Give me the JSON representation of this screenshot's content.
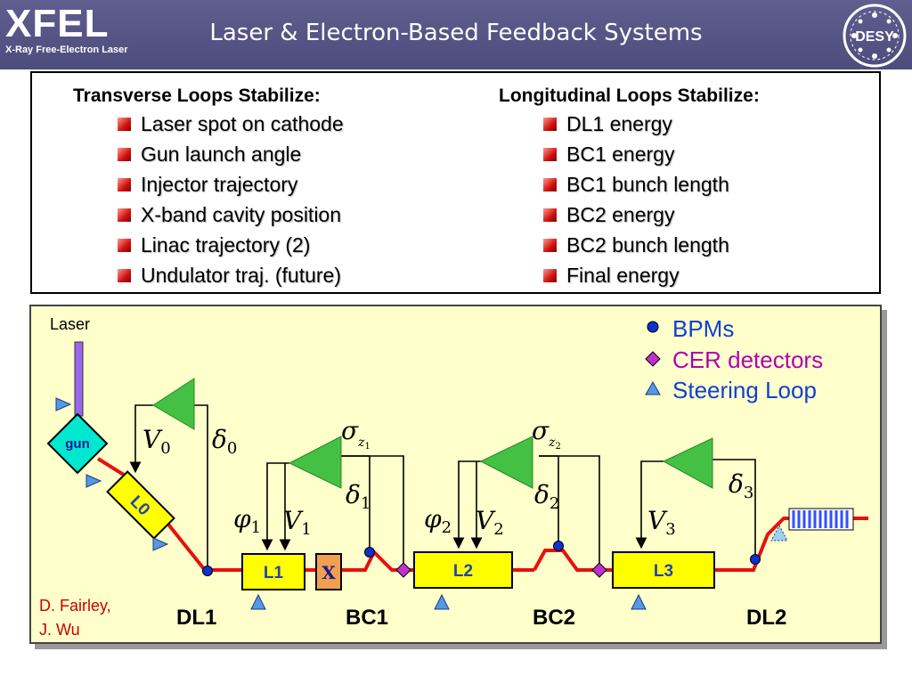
{
  "header": {
    "logo_main": "XFEL",
    "logo_sub": "X-Ray Free-Electron Laser",
    "title": "Laser & Electron-Based Feedback Systems",
    "right_logo_text": "DESY"
  },
  "transverse": {
    "heading": "Transverse Loops Stabilize:",
    "items": [
      "Laser spot on cathode",
      "Gun launch angle",
      "Injector trajectory",
      "X-band cavity position",
      "Linac trajectory (2)",
      "Undulator traj. (future)"
    ]
  },
  "longitudinal": {
    "heading": "Longitudinal Loops Stabilize:",
    "items": [
      "DL1 energy",
      "BC1 energy",
      "BC1 bunch length",
      "BC2 energy",
      "BC2 bunch length",
      "Final energy"
    ]
  },
  "diagram": {
    "laser_label": "Laser",
    "gun_label": "gun",
    "l0_label": "L0",
    "l1_label": "L1",
    "x_label": "X",
    "l2_label": "L2",
    "l3_label": "L3",
    "dl1_label": "DL1",
    "bc1_label": "BC1",
    "bc2_label": "BC2",
    "dl2_label": "DL2",
    "credit_line1": "D. Fairley,",
    "credit_line2": "J. Wu",
    "legend": {
      "bpms": "BPMs",
      "cer": "CER detectors",
      "steering": "Steering Loop"
    },
    "symbols": {
      "v0_sym": "V",
      "v0_sub": "0",
      "d0_sym": "δ",
      "d0_sub": "0",
      "sz1_sym": "σ",
      "sz1_sub1": "z",
      "sz1_sub2": "1",
      "d1_sym": "δ",
      "d1_sub": "1",
      "phi1_sym": "φ",
      "phi1_sub": "1",
      "v1_sym": "V",
      "v1_sub": "1",
      "sz2_sym": "σ",
      "sz2_sub1": "z",
      "sz2_sub2": "2",
      "d2_sym": "δ",
      "d2_sub": "2",
      "phi2_sym": "φ",
      "phi2_sub": "2",
      "v2_sym": "V",
      "v2_sub": "2",
      "d3_sym": "δ",
      "d3_sub": "3",
      "v3_sym": "V",
      "v3_sub": "3"
    }
  },
  "colors": {
    "header_bg": "#55547f",
    "beamline": "#e81010",
    "loop_triangle": "#44c044",
    "bpm": "#1030d0",
    "cer": "#b020c0",
    "steering": "#5599e0",
    "linac_fill": "#ffff00",
    "gun_fill": "#00e8d0",
    "xband_fill": "#f0a050",
    "legend_text": "#1040d0",
    "cer_text": "#b000b0",
    "credit_text": "#cc0000",
    "laser_beam": "#9966ee"
  }
}
